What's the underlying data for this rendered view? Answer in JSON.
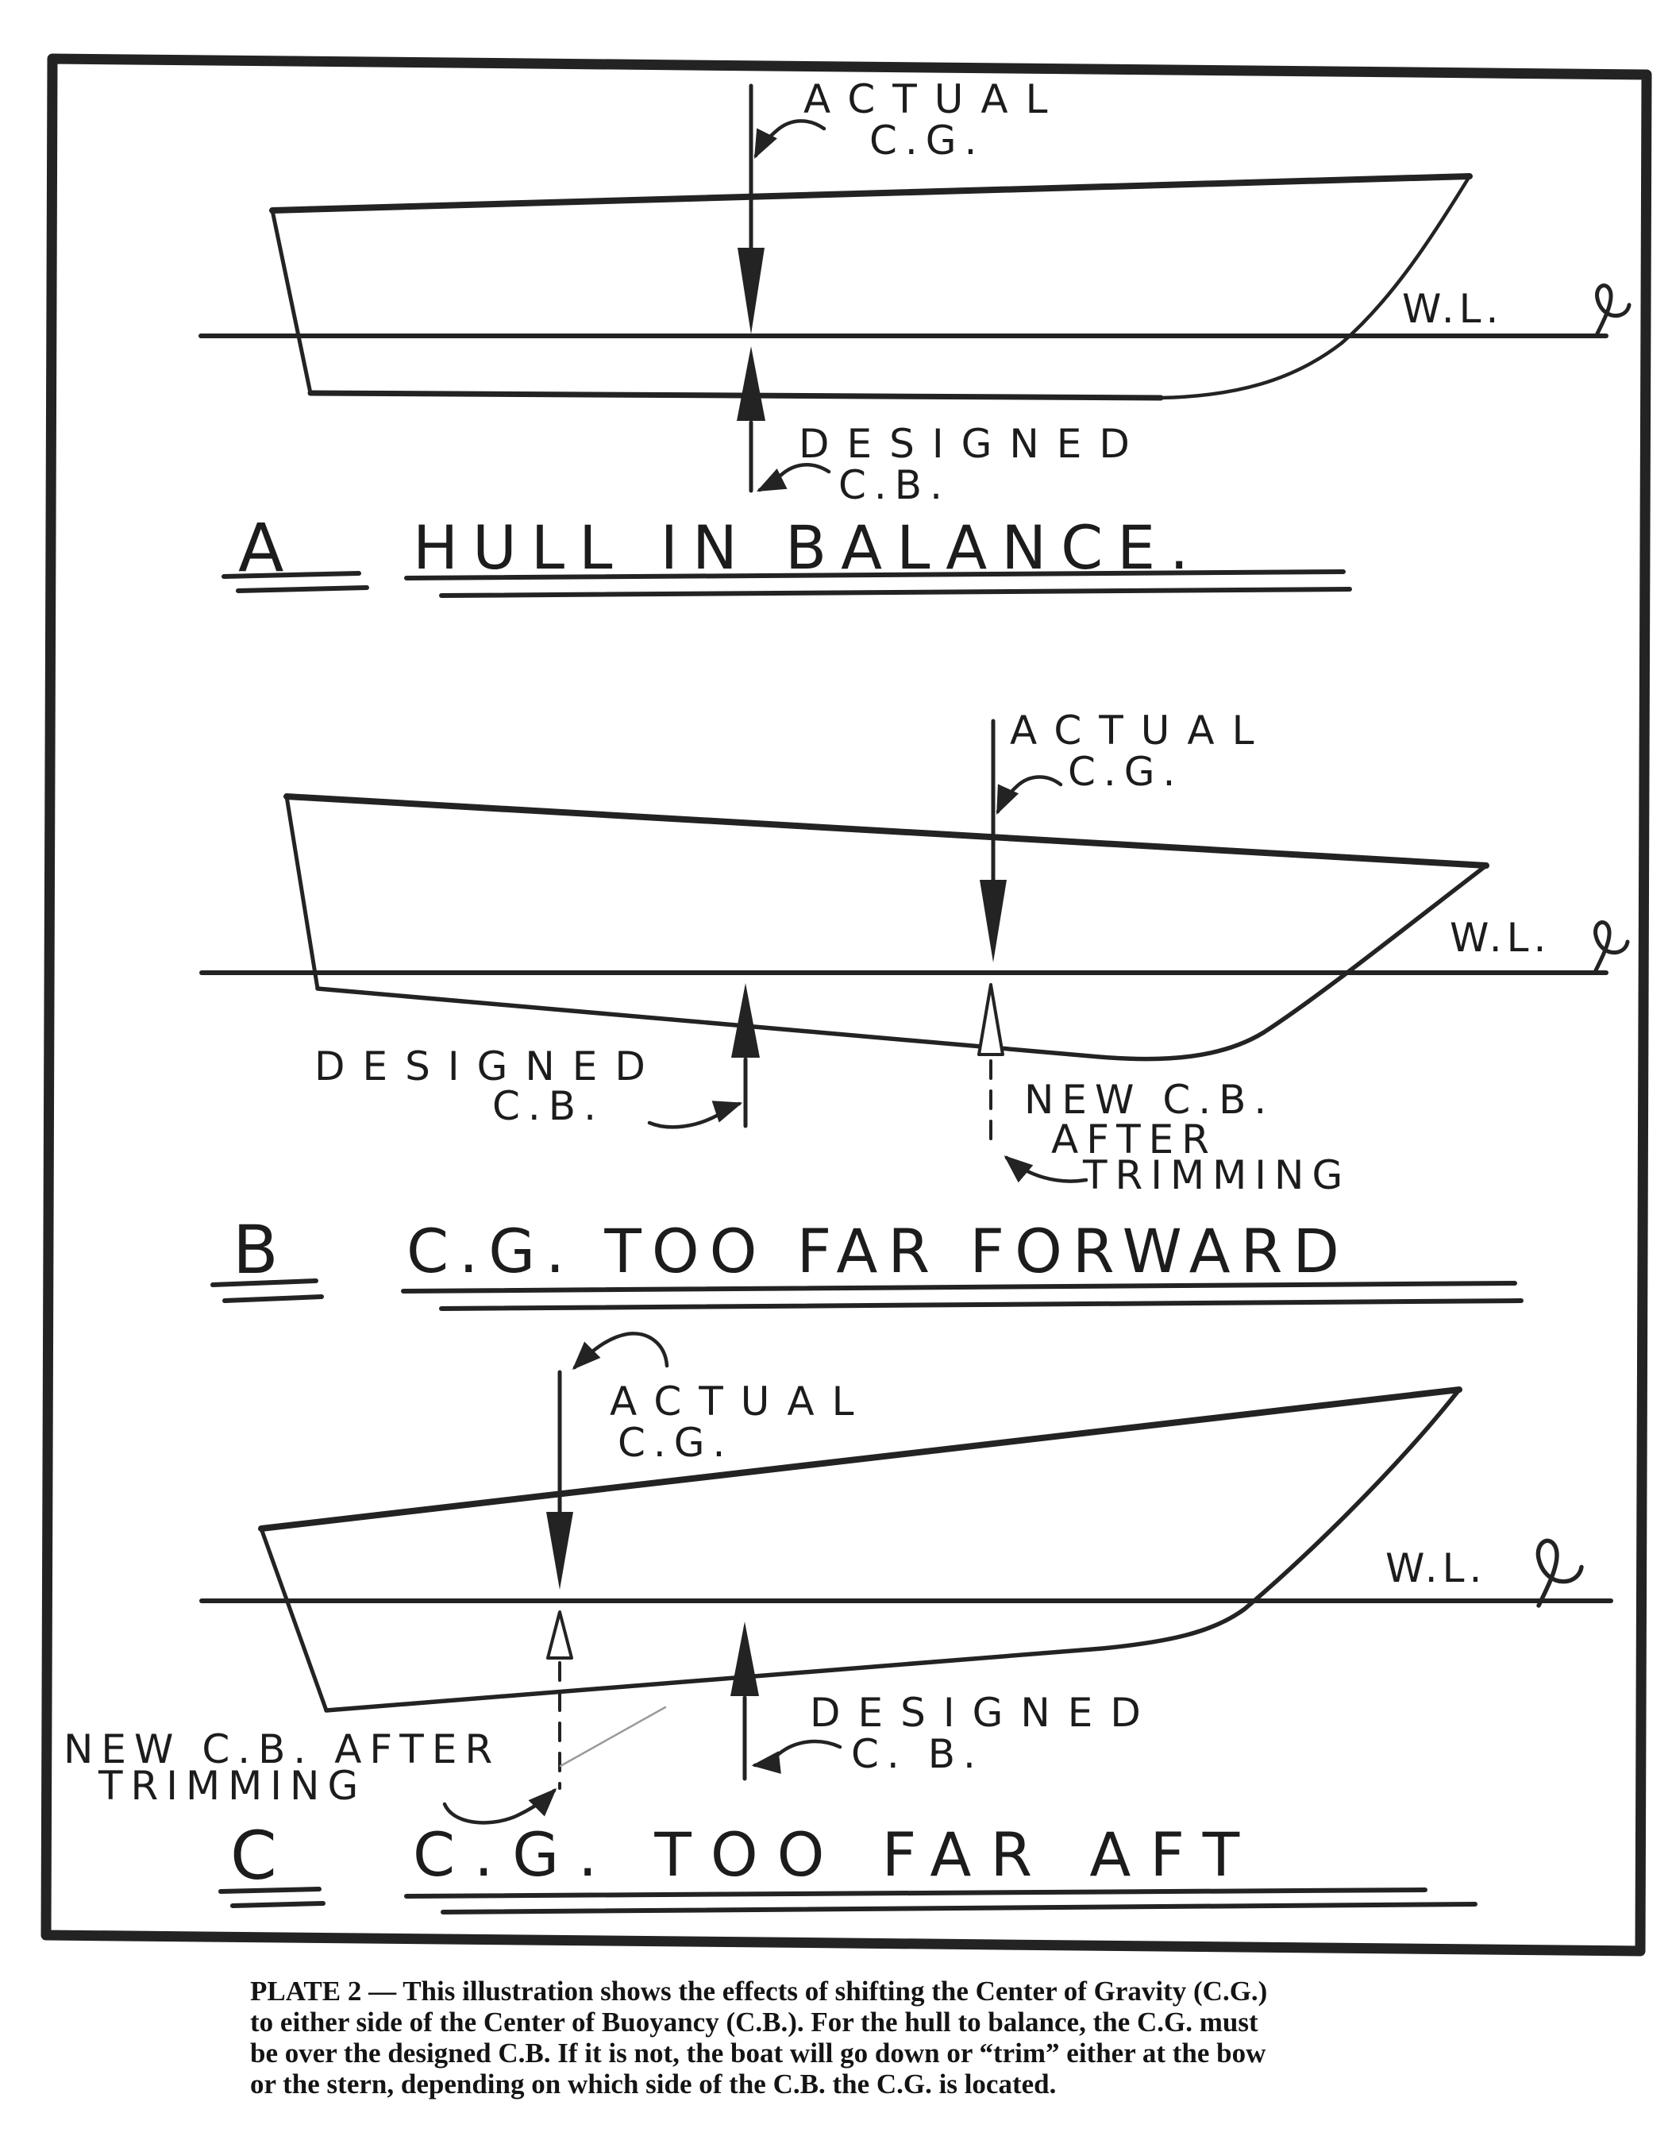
{
  "plate": {
    "ink_color": "#232323",
    "pencil_color": "#9a9a9a",
    "paper_color": "#ffffff"
  },
  "panels": [
    {
      "letter": "A",
      "title": "HULL IN BALANCE.",
      "labels": {
        "actual1": "ACTUAL",
        "actual2": "C.G.",
        "waterline": "W.L.",
        "designed1": "DESIGNED",
        "designed2": "C.B."
      }
    },
    {
      "letter": "B",
      "title": "C.G. TOO FAR FORWARD",
      "labels": {
        "actual1": "ACTUAL",
        "actual2": "C.G.",
        "waterline": "W.L.",
        "designed1": "DESIGNED",
        "designed2": "C.B.",
        "new1": "NEW C.B.",
        "new2": "AFTER",
        "new3": "TRIMMING"
      }
    },
    {
      "letter": "C",
      "title": "C.G. TOO FAR AFT",
      "labels": {
        "actual1": "ACTUAL",
        "actual2": "C.G.",
        "waterline": "W.L.",
        "designed1": "DESIGNED",
        "designed2": "C. B.",
        "new1": "NEW C.B. AFTER",
        "new2": "TRIMMING"
      }
    }
  ],
  "caption": {
    "lines": [
      "PLATE 2 — This illustration shows the effects of shifting the Center of Gravity (C.G.)",
      "to either side of the Center of Buoyancy (C.B.). For the hull to balance, the C.G. must",
      "be over the designed C.B. If it is not, the boat will go down or “trim” either at the bow",
      "or the stern, depending on which side of the C.B. the C.G. is located."
    ]
  }
}
